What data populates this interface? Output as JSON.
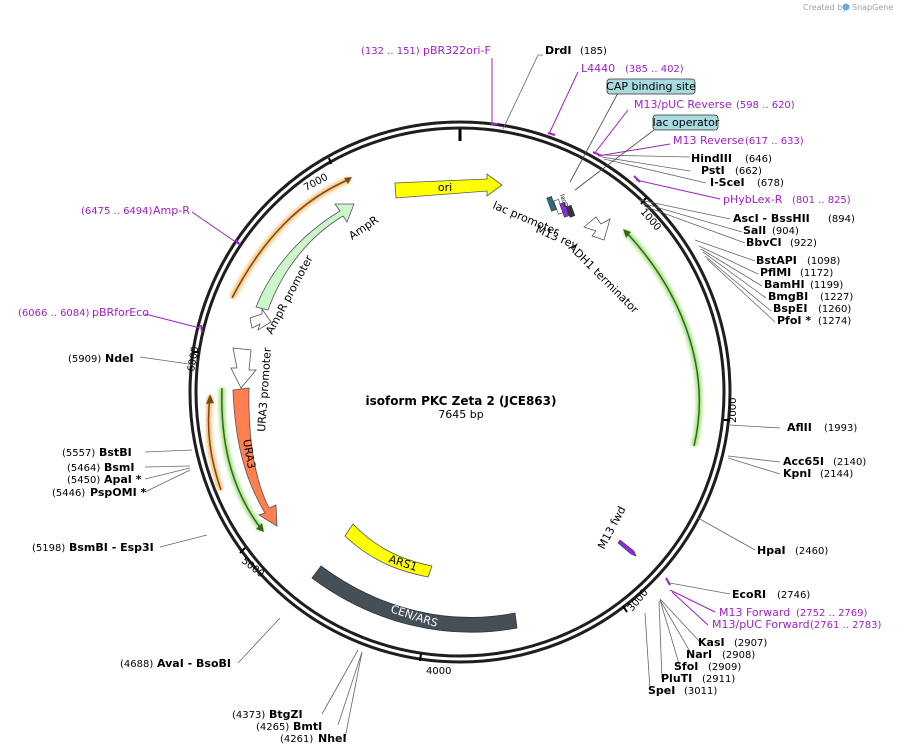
{
  "title": "isoform PKC Zeta 2 (JCE863)",
  "length_label": "7645 bp",
  "credit": {
    "prefix": "Created by",
    "brand": "SnapGene"
  },
  "ticks": [
    "1000",
    "2000",
    "3000",
    "4000",
    "5000",
    "6000",
    "7000"
  ],
  "sites": [
    {
      "name": "DrdI",
      "pos": "(185)"
    },
    {
      "name": "HindIII",
      "pos": "(646)"
    },
    {
      "name": "PstI",
      "pos": "(662)"
    },
    {
      "name": "I-SceI",
      "pos": "(678)"
    },
    {
      "name": "AscI - BssHII",
      "pos": "(894)"
    },
    {
      "name": "SalI",
      "pos": "(904)"
    },
    {
      "name": "BbvCI",
      "pos": "(922)"
    },
    {
      "name": "BstAPI",
      "pos": "(1098)"
    },
    {
      "name": "PflMI",
      "pos": "(1172)"
    },
    {
      "name": "BamHI",
      "pos": "(1199)"
    },
    {
      "name": "BmgBI",
      "pos": "(1227)"
    },
    {
      "name": "BspEI",
      "pos": "(1260)"
    },
    {
      "name": "PfoI *",
      "pos": "(1274)"
    },
    {
      "name": "AflII",
      "pos": "(1993)"
    },
    {
      "name": "Acc65I",
      "pos": "(2140)"
    },
    {
      "name": "KpnI",
      "pos": "(2144)"
    },
    {
      "name": "HpaI",
      "pos": "(2460)"
    },
    {
      "name": "EcoRI",
      "pos": "(2746)"
    },
    {
      "name": "KasI",
      "pos": "(2907)"
    },
    {
      "name": "NarI",
      "pos": "(2908)"
    },
    {
      "name": "SfoI",
      "pos": "(2909)"
    },
    {
      "name": "PluTI",
      "pos": "(2911)"
    },
    {
      "name": "SpeI",
      "pos": "(3011)"
    },
    {
      "name": "NheI",
      "pos": "(4261)"
    },
    {
      "name": "BmtI",
      "pos": "(4265)"
    },
    {
      "name": "BtgZI",
      "pos": "(4373)"
    },
    {
      "name": "AvaI - BsoBI",
      "pos": "(4688)"
    },
    {
      "name": "BsmBI - Esp3I",
      "pos": "(5198)"
    },
    {
      "name": "PspOMI *",
      "pos": "(5446)"
    },
    {
      "name": "ApaI *",
      "pos": "(5450)"
    },
    {
      "name": "BsmI",
      "pos": "(5464)"
    },
    {
      "name": "BstBI",
      "pos": "(5557)"
    },
    {
      "name": "NdeI",
      "pos": "(5909)"
    }
  ],
  "primers": [
    {
      "name": "pBR322ori-F",
      "range": "(132 .. 151)"
    },
    {
      "name": "L4440",
      "range": "(385 .. 402)"
    },
    {
      "name": "M13/pUC Reverse",
      "range": "(598 .. 620)"
    },
    {
      "name": "M13 Reverse",
      "range": "(617 .. 633)"
    },
    {
      "name": "pHybLex-R",
      "range": "(801 .. 825)"
    },
    {
      "name": "M13 Forward",
      "range": "(2752 .. 2769)"
    },
    {
      "name": "M13/pUC Forward",
      "range": "(2761 .. 2783)"
    },
    {
      "name": "pBRforEco",
      "range": "(6066 .. 6084)"
    },
    {
      "name": "Amp-R",
      "range": "(6475 .. 6494)"
    }
  ],
  "boxed": [
    "CAP binding site",
    "lac operator"
  ],
  "features": {
    "ori": "ori",
    "ampr": "AmpR",
    "ampr_promoter": "AmpR promoter",
    "ura3_promoter": "URA3 promoter",
    "ura3": "URA3",
    "ars1": "ARS1",
    "cen_ars": "CEN/ARS",
    "lac_promoter": "lac promoter",
    "m13_rev": "M13 rev",
    "adh1": "ADH1 terminator",
    "m13_fwd": "M13 fwd",
    "mini": "lacO"
  },
  "colors": {
    "primer": "#a020c8",
    "ori": "#ffff00",
    "ampr": "#ccf5cc",
    "ura3": "#ff7f50",
    "ars1": "#ffff00",
    "cen_ars": "#454f57",
    "orf_orange": "#f5c07a",
    "orf_green": "#a8e089",
    "box_fill": "#a8dae0"
  }
}
